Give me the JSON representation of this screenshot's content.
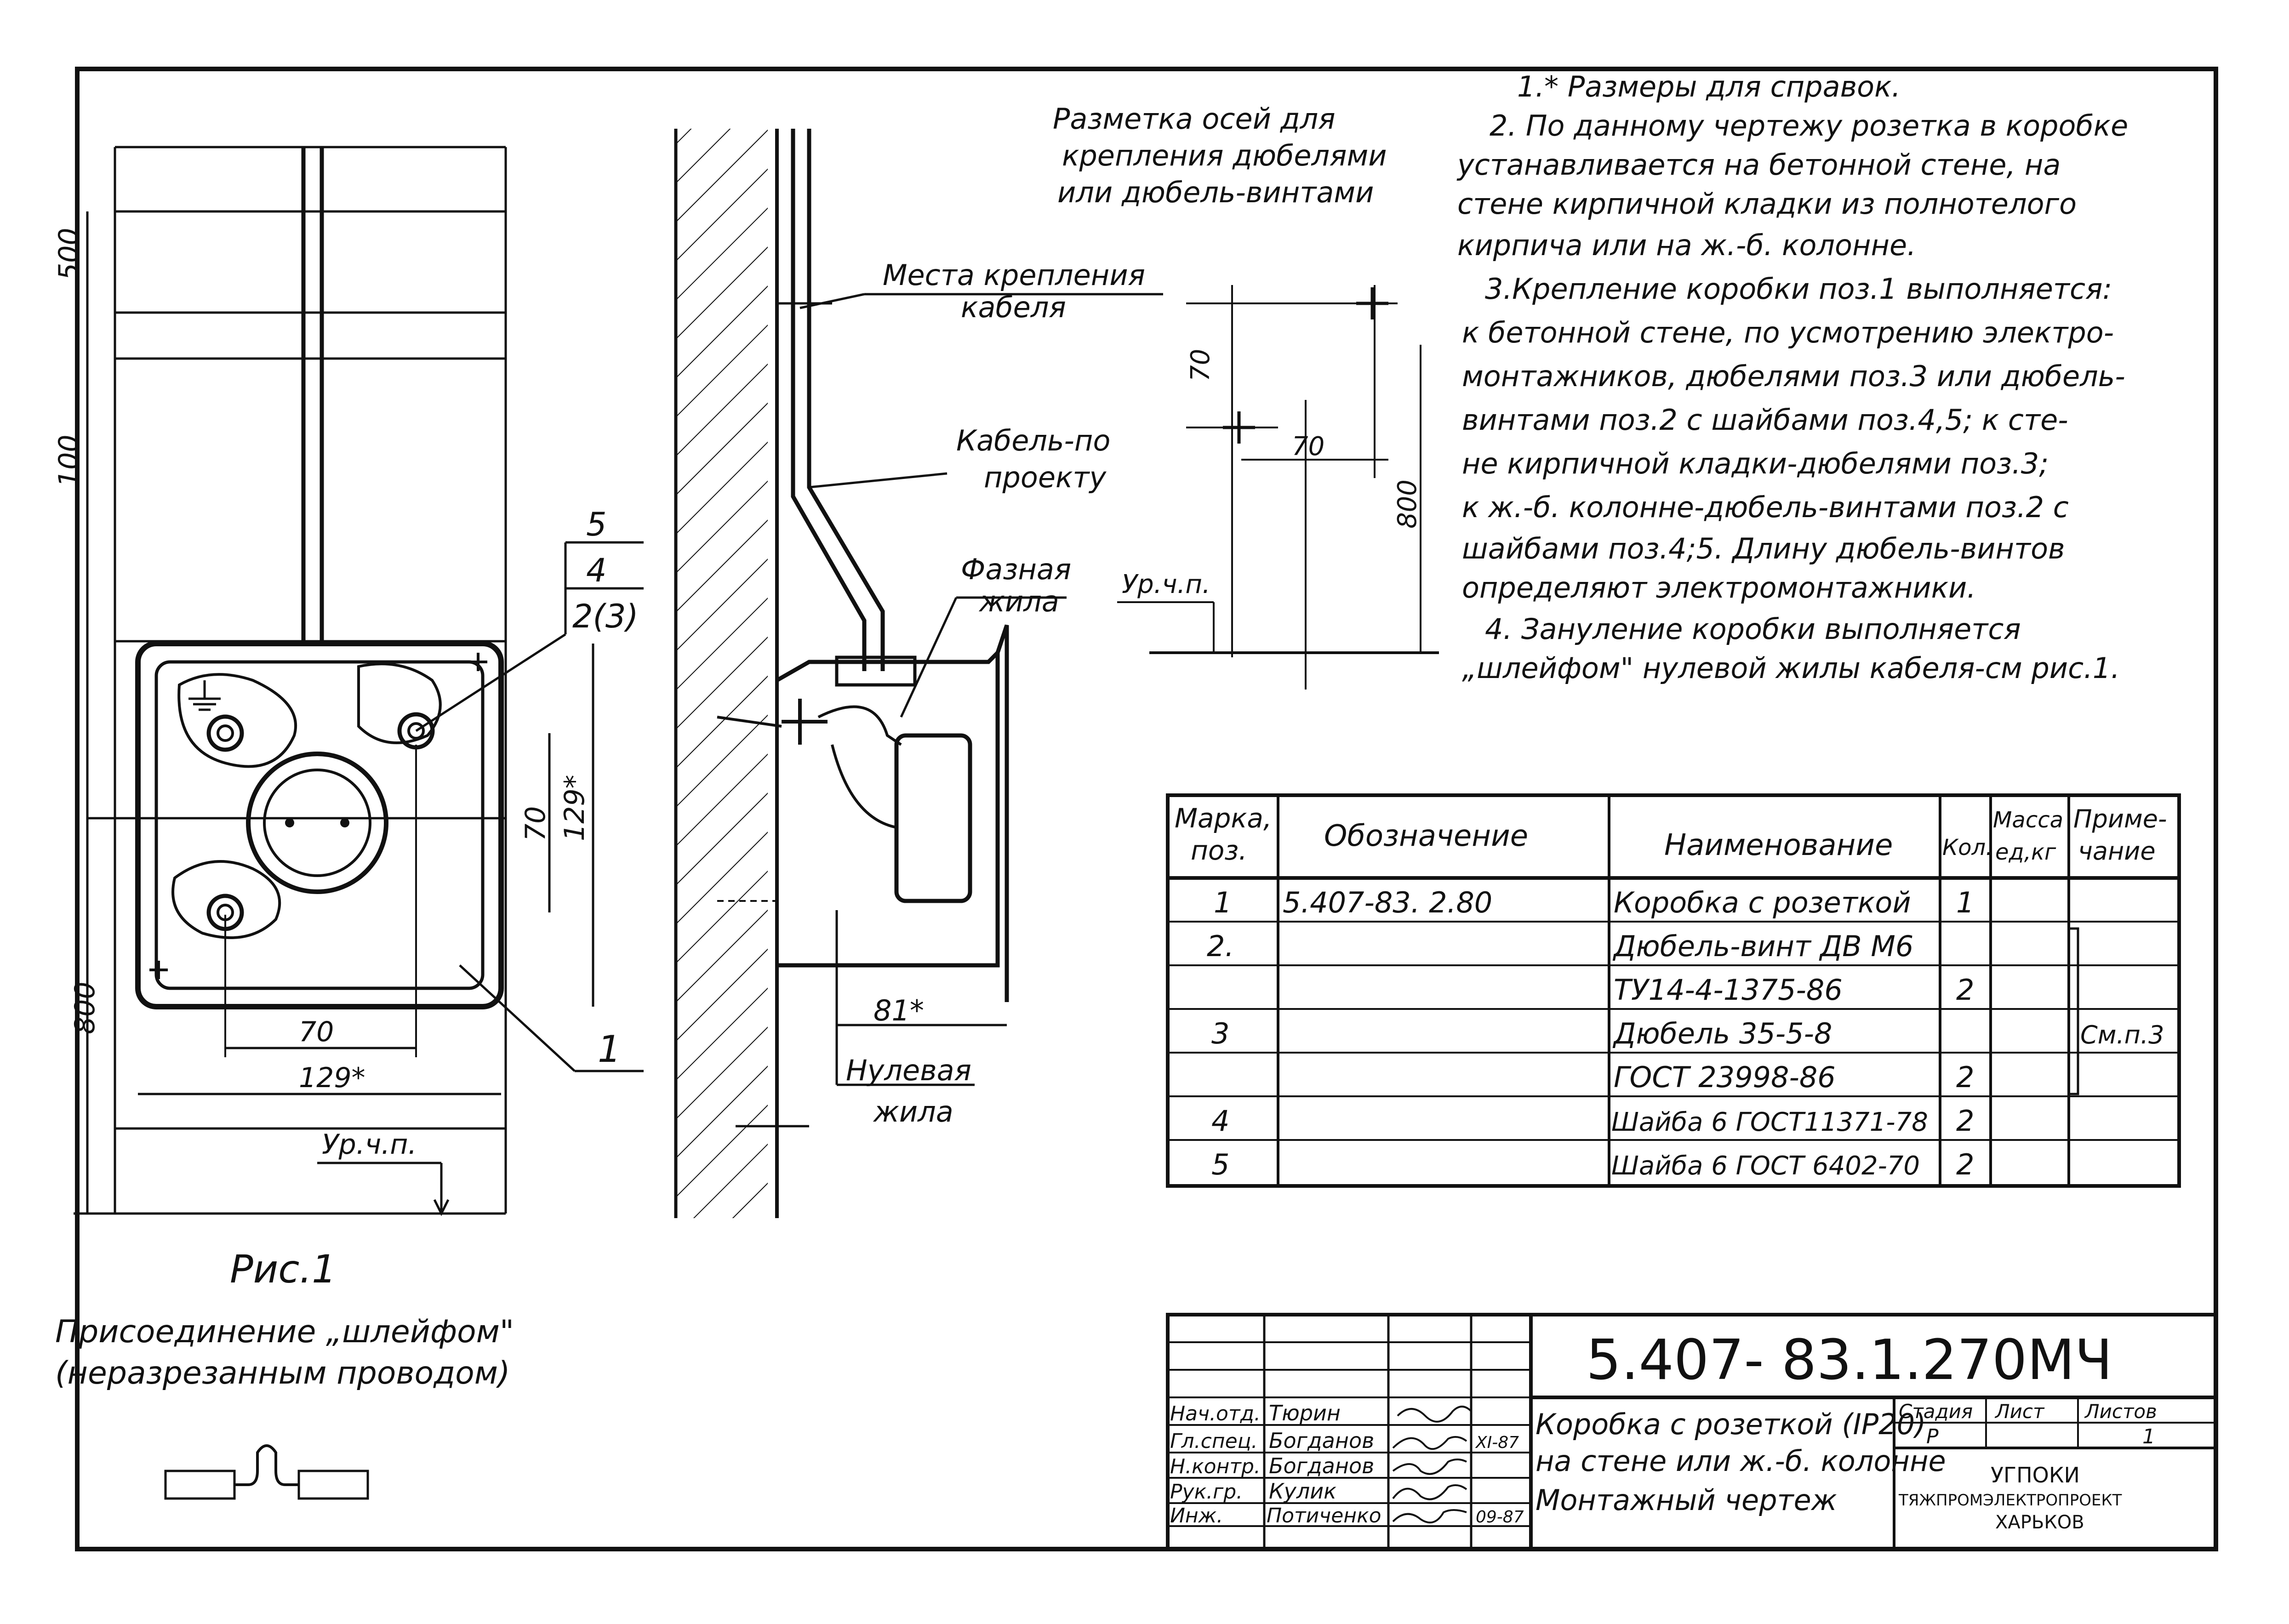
{
  "fig1": {
    "dims": {
      "d500": "500",
      "d100": "100",
      "d800": "800",
      "w70": "70",
      "w129": "129*",
      "h70": "70",
      "h129": "129*"
    },
    "level": "Ур.ч.п.",
    "callouts": [
      "5",
      "4",
      "2(3)"
    ],
    "callout_1": "1",
    "caption": "Рис.1",
    "subtitle_1": "Присоединение „шлейфом\"",
    "subtitle_2": "(неразрезанным проводом)"
  },
  "section": {
    "cable_mount_1": "Места крепления",
    "cable_mount_2": "кабеля",
    "cable_1": "Кабель-по",
    "cable_2": "проекту",
    "phase_1": "Фазная",
    "phase_2": "жила",
    "neutral_1": "Нулевая",
    "neutral_2": "жила",
    "depth": "81*"
  },
  "markup": {
    "title_1": "Разметка осей для",
    "title_2": "крепления дюбелями",
    "title_3": "или дюбель-винтами",
    "dim_v": "70",
    "dim_h": "70",
    "dim_800": "800",
    "level": "Ур.ч.п."
  },
  "notes": [
    "1.* Размеры для справок.",
    "2. По данному чертежу розетка в коробке",
    "устанавливается на бетонной стене, на",
    "стене кирпичной кладки из полнотелого",
    "кирпича или на ж.-б. колонне.",
    "3.Крепление коробки поз.1 выполняется:",
    "к бетонной стене, по усмотрению электро-",
    "монтажников, дюбелями поз.3 или дюбель-",
    "винтами поз.2 с шайбами поз.4,5; к сте-",
    "не кирпичной кладки-дюбелями поз.3;",
    "к ж.-б. колонне-дюбель-винтами поз.2 с",
    "шайбами поз.4;5. Длину дюбель-винтов",
    "определяют электромонтажники.",
    "4. Зануление коробки выполняется",
    "„шлейфом\" нулевой жилы кабеля-см рис.1."
  ],
  "spec": {
    "headers": {
      "mark_1": "Марка,",
      "mark_2": "поз.",
      "designation": "Обозначение",
      "name": "Наименование",
      "qty": "Кол.",
      "mass_1": "Масса",
      "mass_2": "ед,кг",
      "note_1": "Приме-",
      "note_2": "чание"
    },
    "rows": [
      {
        "mark": "1",
        "designation": "5.407-83. 2.80",
        "name": "Коробка с розеткой",
        "qty": "1"
      },
      {
        "mark": "2.",
        "designation": "",
        "name": "Дюбель-винт ДВ М6",
        "qty": ""
      },
      {
        "mark": "",
        "designation": "",
        "name": "ТУ14-4-1375-86",
        "qty": "2"
      },
      {
        "mark": "3",
        "designation": "",
        "name": "Дюбель 35-5-8",
        "qty": ""
      },
      {
        "mark": "",
        "designation": "",
        "name": "ГОСТ 23998-86",
        "qty": "2"
      },
      {
        "mark": "4",
        "designation": "",
        "name": "Шайба 6 ГОСТ11371-78",
        "qty": "2"
      },
      {
        "mark": "5",
        "designation": "",
        "name": "Шайба 6 ГОСТ 6402-70",
        "qty": "2"
      }
    ],
    "note_ref": "См.п.3"
  },
  "title_block": {
    "doc_number": "5.407- 83.1.270МЧ",
    "roles": [
      "Нач.отд.",
      "Гл.спец.",
      "Н.контр.",
      "Рук.гр.",
      "Инж."
    ],
    "names": [
      "Тюрин",
      "Богданов",
      "Богданов",
      "Кулик",
      "Потиченко"
    ],
    "dates": [
      "",
      "XI-87",
      "",
      "",
      "09-87"
    ],
    "title_1": "Коробка с розеткой (IP20)",
    "title_2": "на стене или ж.-б. колонне",
    "title_3": "Монтажный чертеж",
    "stage_label": "Стадия",
    "sheet_label": "Лист",
    "sheets_label": "Листов",
    "stage_value": "Р",
    "sheet_value": "",
    "sheets_value": "1",
    "org_1": "УГПОКИ",
    "org_2": "ТЯЖПРОМЭЛЕКТРОПРОЕКТ",
    "org_3": "ХАРЬКОВ"
  }
}
